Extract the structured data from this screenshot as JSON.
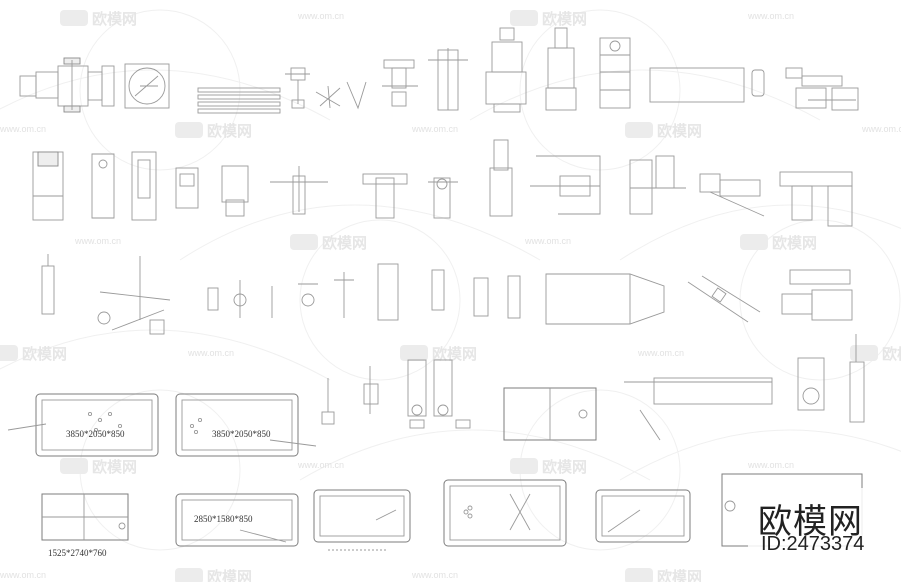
{
  "watermark": {
    "logo_text": "欧模网",
    "url_text": "www.om.cn"
  },
  "branding": {
    "site_name": "欧模网",
    "model_id": "ID:2473374"
  },
  "dimensions": {
    "table1": "3850*2050*850",
    "table2": "3850*2050*850",
    "table3": "1525*2740*760",
    "table4": "2850*1580*850"
  },
  "colors": {
    "background": "#ffffff",
    "line": "#9a9a9a",
    "watermark": "#e6e6e6"
  }
}
